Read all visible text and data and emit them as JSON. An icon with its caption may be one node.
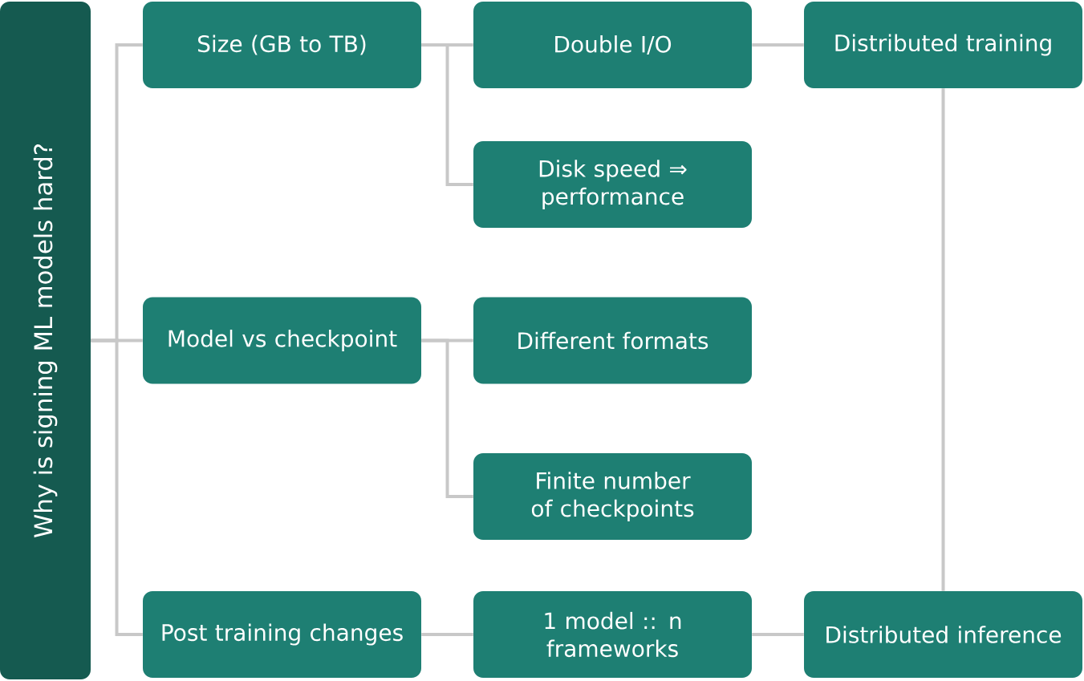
{
  "diagram": {
    "nodes": [
      {
        "text": [
          "Why is signing ML models hard?"
        ]
      },
      {
        "text": [
          "Size (GB to TB)"
        ]
      },
      {
        "text": [
          "Double I/O"
        ]
      },
      {
        "text": [
          "Distributed training"
        ]
      },
      {
        "text": [
          "Disk speed ⇒ performance"
        ]
      },
      {
        "text": [
          "Model vs checkpoint"
        ]
      },
      {
        "text": [
          "Different formats"
        ]
      },
      {
        "text": [
          "Finite number of checkpoints"
        ]
      },
      {
        "text": [
          "Post training changes"
        ]
      },
      {
        "text": [
          "1 model :: n frameworks"
        ]
      },
      {
        "text": [
          "Distributed inference"
        ]
      }
    ],
    "edges": [
      {
        "from": 0,
        "to": 1,
        "arrow": "none"
      },
      {
        "from": 0,
        "to": 5,
        "arrow": "none"
      },
      {
        "from": 0,
        "to": 8,
        "arrow": "none"
      },
      {
        "from": 1,
        "to": 2,
        "arrow": "none"
      },
      {
        "from": 1,
        "to": 4,
        "arrow": "none"
      },
      {
        "from": 2,
        "to": 3,
        "arrow": "none"
      },
      {
        "from": 3,
        "to": 10,
        "arrow": "none"
      },
      {
        "from": 5,
        "to": 6,
        "arrow": "none"
      },
      {
        "from": 5,
        "to": 7,
        "arrow": "none"
      },
      {
        "from": 8,
        "to": 9,
        "arrow": "none"
      },
      {
        "from": 9,
        "to": 10,
        "arrow": "none"
      }
    ]
  }
}
